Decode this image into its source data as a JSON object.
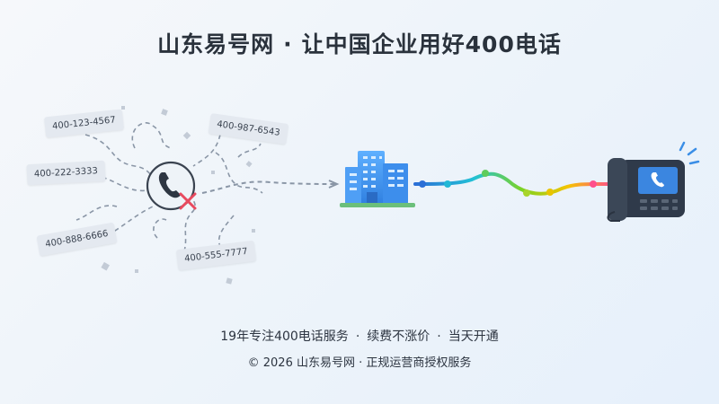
{
  "header": {
    "brand": "山东易号网",
    "separator": "·",
    "slogan": "让中国企业用好400电话"
  },
  "number_tags": [
    "400-123-4567",
    "400-987-6543",
    "400-222-3333",
    "400-888-6666",
    "400-555-7777"
  ],
  "footer": {
    "features": [
      "19年专注400电话服务",
      "续费不涨价",
      "当天开通"
    ],
    "separator": "·",
    "copyright": "© 2026 山东易号网 · 正规运营商授权服务"
  },
  "icons": {
    "blocked_phone": "phone-blocked-icon",
    "building": "office-building-icon",
    "desk_phone": "desk-phone-icon"
  },
  "colors": {
    "accent_blue": "#3a8ee6",
    "cross_red": "#e84a5f",
    "cable_gradient": [
      "#2b6fd6",
      "#22c1d6",
      "#7ed321",
      "#f5c400",
      "#ff4f8b"
    ]
  }
}
